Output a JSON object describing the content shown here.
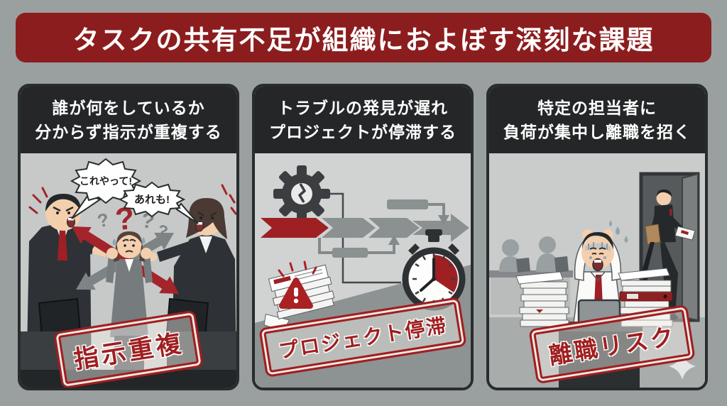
{
  "page": {
    "title": "タスクの共有不足が組織におよぼす深刻な課題"
  },
  "theme": {
    "page_bg": "#9aa09f",
    "banner_bg": "#8c1d1e",
    "banner_text": "#ffffff",
    "panel_border": "#292c2d",
    "panel_header_bg": "#242627",
    "accent_red": "#a3242a",
    "stamp_red": "#a01e20",
    "arrow_gray": "#7e8386"
  },
  "icons": {
    "sparkle": "✦",
    "warning": "!",
    "question": "?"
  },
  "panels": [
    {
      "id": "duplicate-instructions",
      "heading_line1": "誰が何をしているか",
      "heading_line2": "分からず指示が重複する",
      "bubble1": "これやって!",
      "bubble2": "あれも!",
      "question_marks": [
        "?",
        "?",
        "?",
        "?"
      ],
      "stamp": "指示重複"
    },
    {
      "id": "project-stagnation",
      "heading_line1": "トラブルの発見が遅れ",
      "heading_line2": "プロジェクトが停滞する",
      "stamp": "プロジェクト停滞"
    },
    {
      "id": "turnover-risk",
      "heading_line1": "特定の担当者に",
      "heading_line2": "負荷が集中し離職を招く",
      "stamp": "離職リスク"
    }
  ]
}
